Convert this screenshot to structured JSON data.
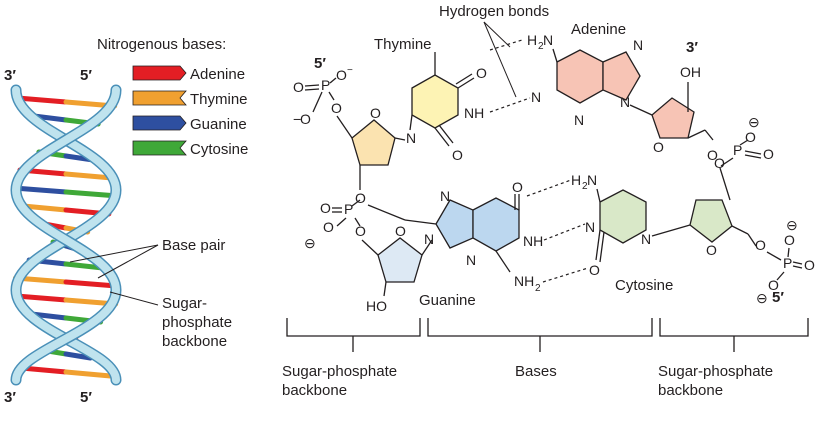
{
  "figure": {
    "colors": {
      "adenine": "#e31e24",
      "thymine": "#f0a030",
      "guanine": "#2e4fa0",
      "cytosine": "#3fa838",
      "backbone": "#bfe3ee",
      "backbone_edge": "#4a90b8",
      "sugar_top_left": "#fbe3b0",
      "sugar_other": "#dde9f4",
      "adenine_fill": "#f7c4b5",
      "thymine_fill": "#fdf3b4",
      "guanine_fill": "#bcd7ef",
      "cytosine_fill": "#d9e8c8",
      "sugar_right_bottom": "#d9e8c8"
    },
    "legend": {
      "title": "Nitrogenous bases:",
      "items": [
        {
          "label": "Adenine",
          "color": "#e31e24"
        },
        {
          "label": "Thymine",
          "color": "#f0a030"
        },
        {
          "label": "Guanine",
          "color": "#2e4fa0"
        },
        {
          "label": "Cytosine",
          "color": "#3fa838"
        }
      ]
    },
    "helix": {
      "top_left": "3′",
      "top_right": "5′",
      "bottom_left": "3′",
      "bottom_right": "5′",
      "base_pair_label": "Base pair",
      "backbone_label": [
        "Sugar-",
        "phosphate",
        "backbone"
      ]
    },
    "structure": {
      "hydrogen_bonds": "Hydrogen bonds",
      "thymine": "Thymine",
      "adenine": "Adenine",
      "guanine": "Guanine",
      "cytosine": "Cytosine",
      "five_prime_left": "5′",
      "three_prime_right": "3′",
      "five_prime_right": "5′",
      "oh": "OH",
      "ho": "HO"
    },
    "brackets": {
      "left": [
        "Sugar-phosphate",
        "backbone"
      ],
      "middle": "Bases",
      "right": [
        "Sugar-phosphate",
        "backbone"
      ]
    }
  }
}
